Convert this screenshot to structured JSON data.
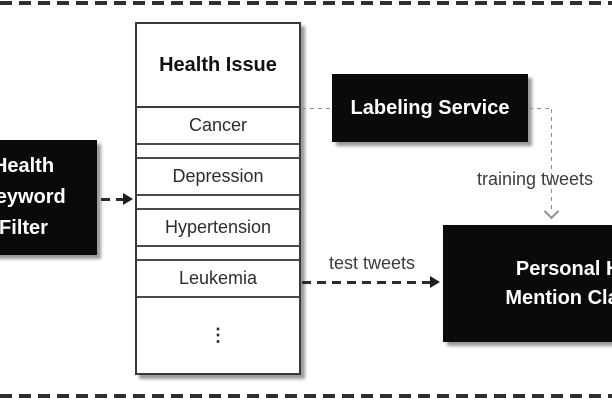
{
  "diagram": {
    "filter_box": {
      "lines": [
        "Health",
        "Keyword",
        "Filter"
      ]
    },
    "table": {
      "header": "Health Issue",
      "rows": [
        "Cancer",
        "Depression",
        "Hypertension",
        "Leukemia"
      ],
      "ellipsis": "⋮"
    },
    "labeling_box": {
      "label": "Labeling Service"
    },
    "classifier_box": {
      "lines": [
        "Personal Health",
        "Mention Classifier"
      ]
    },
    "edges": {
      "training_label": "training tweets",
      "test_label": "test tweets"
    },
    "colors": {
      "box_bg": "#0a0a0a",
      "box_text": "#ffffff",
      "table_border": "#3a3a3a",
      "thick_dash": "#2b2b2b",
      "thin_dash": "#8f8f8f",
      "label_text": "#3c3c3c",
      "page_border": "#2e2e2e"
    }
  }
}
